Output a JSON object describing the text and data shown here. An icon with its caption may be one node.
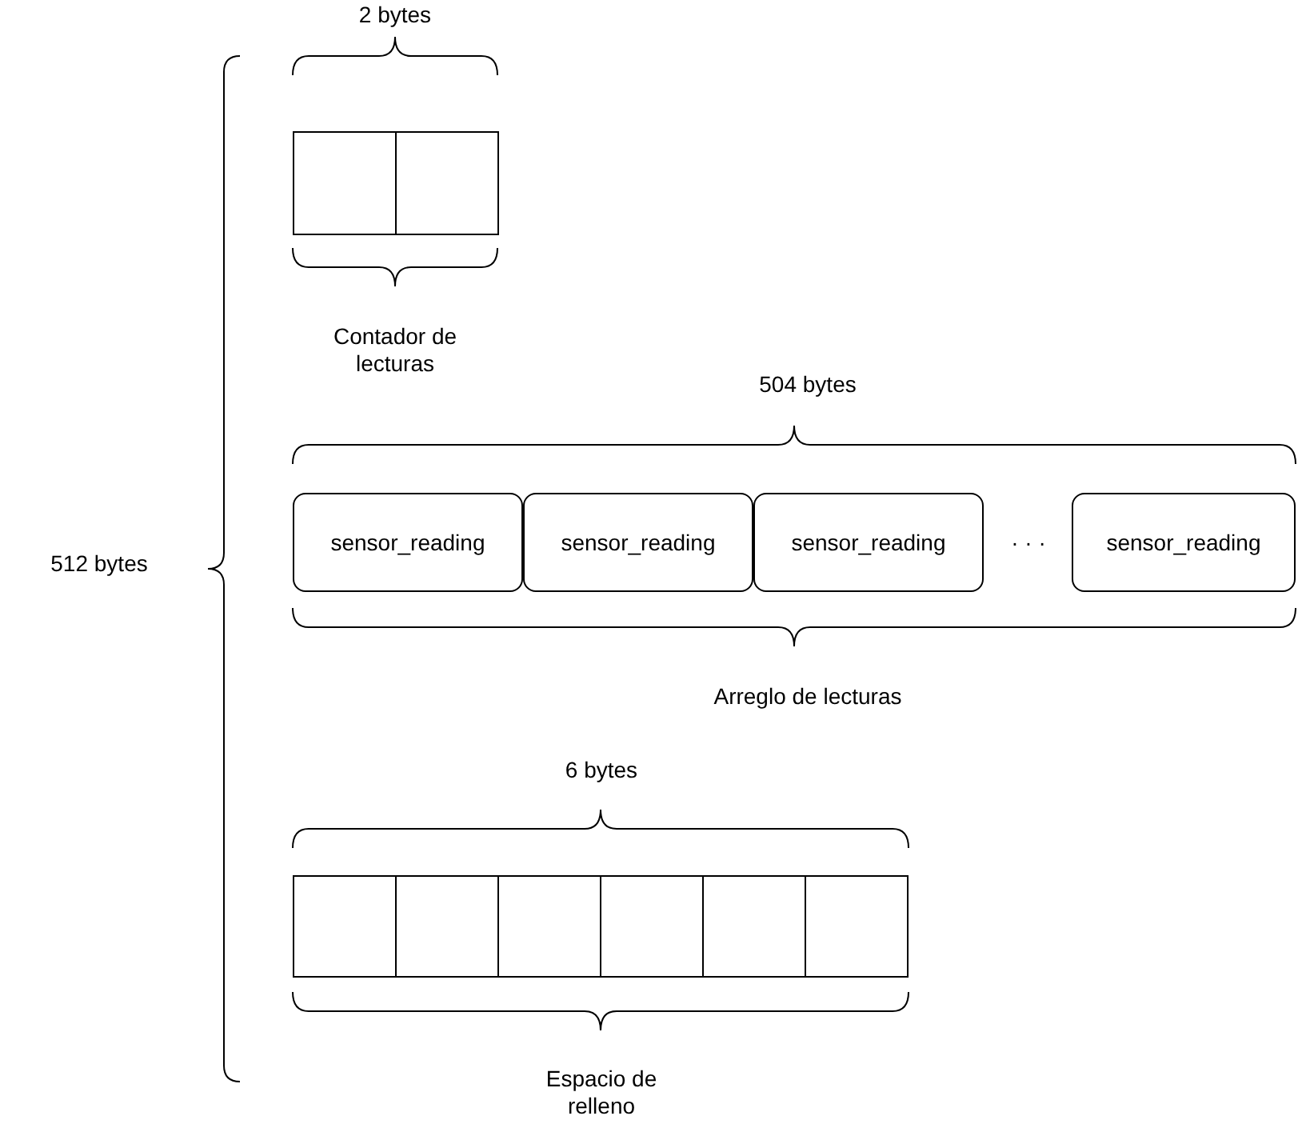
{
  "diagram": {
    "nodes": [
      {
        "text": [],
        "shape": "box"
      },
      {
        "text": [],
        "shape": "box"
      },
      {
        "text": [
          "sensor_reading"
        ]
      },
      {
        "text": [
          "sensor_reading"
        ]
      },
      {
        "text": [
          "sensor_reading"
        ]
      },
      {
        "text": [
          "sensor_reading"
        ]
      },
      {
        "text": [],
        "shape": "box"
      },
      {
        "text": [],
        "shape": "box"
      },
      {
        "text": [],
        "shape": "box"
      },
      {
        "text": [],
        "shape": "box"
      },
      {
        "text": [],
        "shape": "box"
      },
      {
        "text": [],
        "shape": "box"
      }
    ],
    "edges": [],
    "labels": [
      "2 bytes",
      "Contador de lecturas",
      "504 bytes",
      "512 bytes",
      "· · ·",
      "Arreglo de lecturas",
      "6 bytes",
      "Espacio de relleno"
    ]
  }
}
